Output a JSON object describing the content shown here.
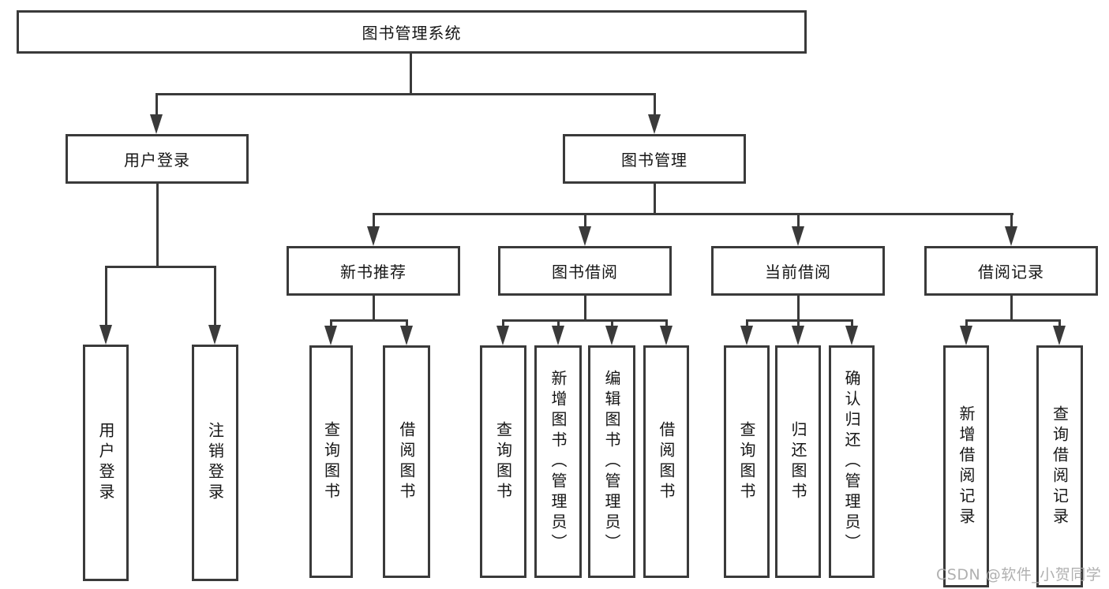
{
  "title": "图书管理系统",
  "nodes": {
    "level2": {
      "user_login": "用户登录",
      "book_management": "图书管理"
    },
    "level3": {
      "new_book": "新书推荐",
      "book_borrow": "图书借阅",
      "current_borrow": "当前借阅",
      "borrow_record": "借阅记录"
    }
  },
  "leaves": {
    "login": [
      "用户登录",
      "注销登录"
    ],
    "new_book": [
      "查询图书",
      "借阅图书"
    ],
    "book_borrow": [
      "查询图书",
      "新增图书（管理员）",
      "编辑图书（管理员）",
      "借阅图书"
    ],
    "current_borrow": [
      "查询图书",
      "归还图书",
      "确认归还（管理员）"
    ],
    "borrow_record": [
      "新增借阅记录",
      "查询借阅记录"
    ]
  },
  "watermark": "CSDN @软件_小贺同学",
  "colors": {
    "line": "#3a3a3a",
    "text": "#161616",
    "background": "#ffffff",
    "watermark": "#a8a8a8"
  }
}
